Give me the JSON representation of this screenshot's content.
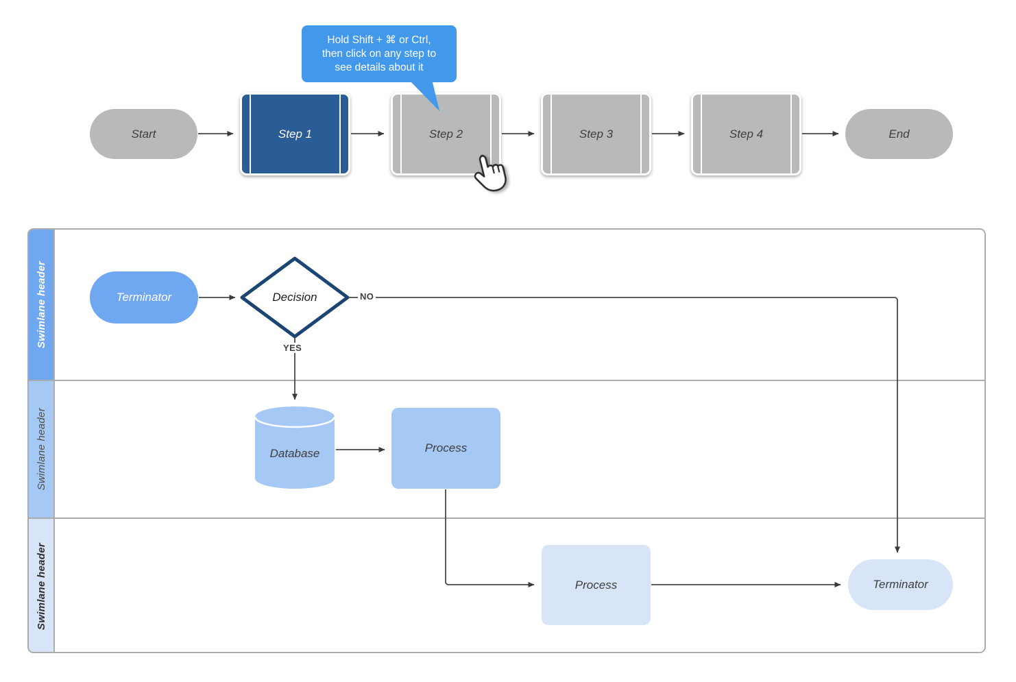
{
  "tooltip": {
    "lines": [
      "Hold Shift + ⌘ or Ctrl,",
      "then click on any step to",
      "see details about it"
    ]
  },
  "top_flow": {
    "start": "Start",
    "step1": "Step 1",
    "step2": "Step 2",
    "step3": "Step 3",
    "step4": "Step 4",
    "end": "End"
  },
  "swimlanes": {
    "lane1_header": "Swimlane header",
    "lane2_header": "Swimlane header",
    "lane3_header": "Swimlane header"
  },
  "diagram": {
    "terminator_top": "Terminator",
    "decision": "Decision",
    "label_no": "NO",
    "label_yes": "YES",
    "database": "Database",
    "process_mid": "Process",
    "process_bottom": "Process",
    "terminator_bottom": "Terminator"
  },
  "colors": {
    "step_active": "#2a5c96",
    "step_inactive": "#b7b9bb",
    "tooltip_bg": "#4298ea",
    "lane1": "#6fa7f1",
    "lane2": "#a6c8f4",
    "lane3": "#d8e5f8",
    "decision_border": "#1b4672",
    "connector": "#474747",
    "lane_border": "#a9abad"
  }
}
